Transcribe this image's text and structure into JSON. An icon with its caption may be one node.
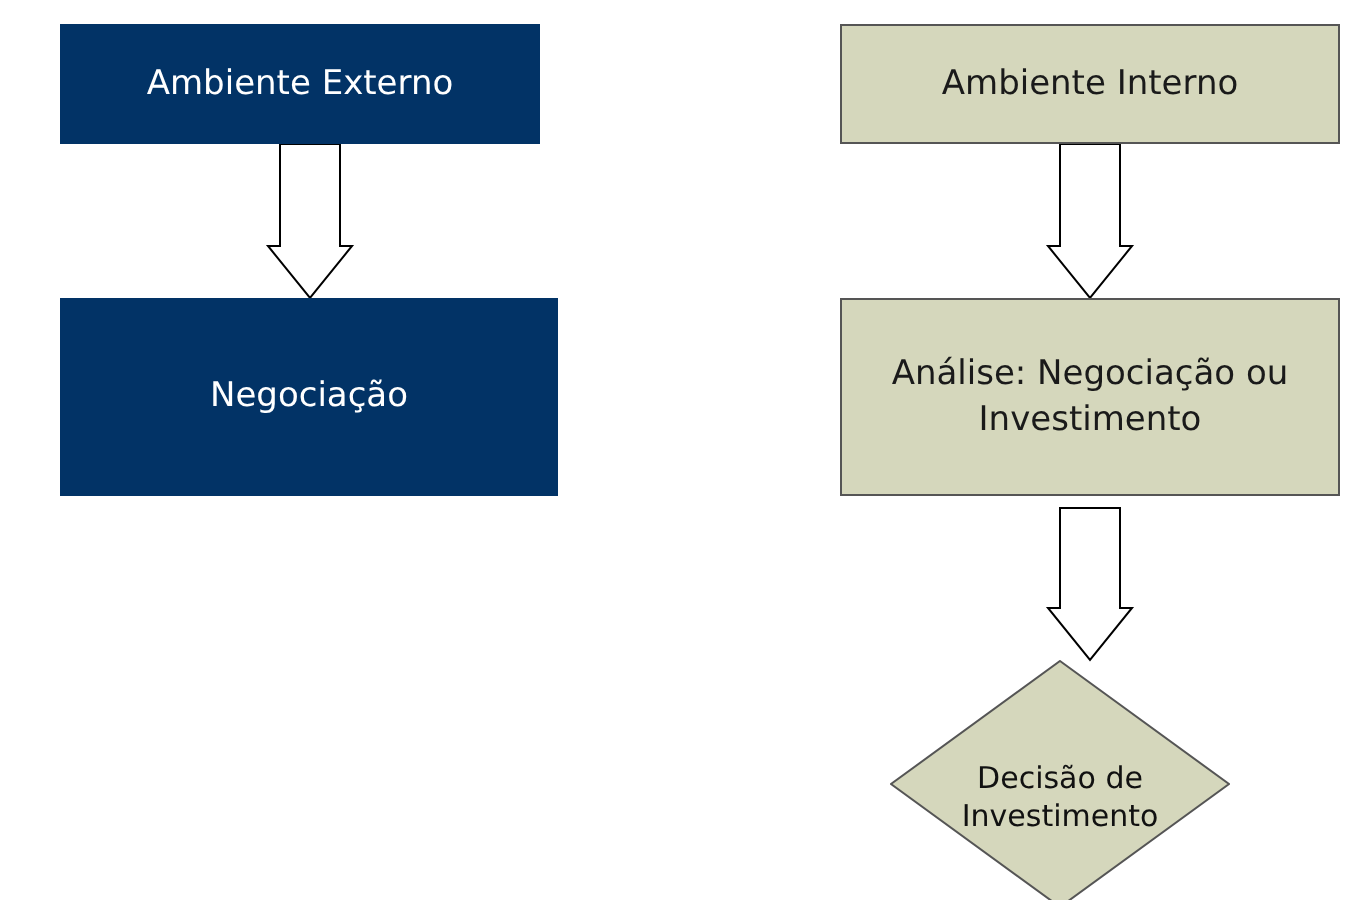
{
  "diagram": {
    "nodes": [
      {
        "text": [
          "Ambiente Externo"
        ]
      },
      {
        "text": [
          "Negociação"
        ]
      },
      {
        "text": [
          "Ambiente Interno"
        ]
      },
      {
        "text": [
          "Análise: Negociação ou Investimento"
        ]
      },
      {
        "text": [
          "Decisão de Investimento"
        ]
      }
    ],
    "edges": [
      {
        "from": 0,
        "to": 1,
        "arrow": "to"
      },
      {
        "from": 2,
        "to": 3,
        "arrow": "to"
      },
      {
        "from": 3,
        "to": 4,
        "arrow": "to"
      }
    ]
  }
}
